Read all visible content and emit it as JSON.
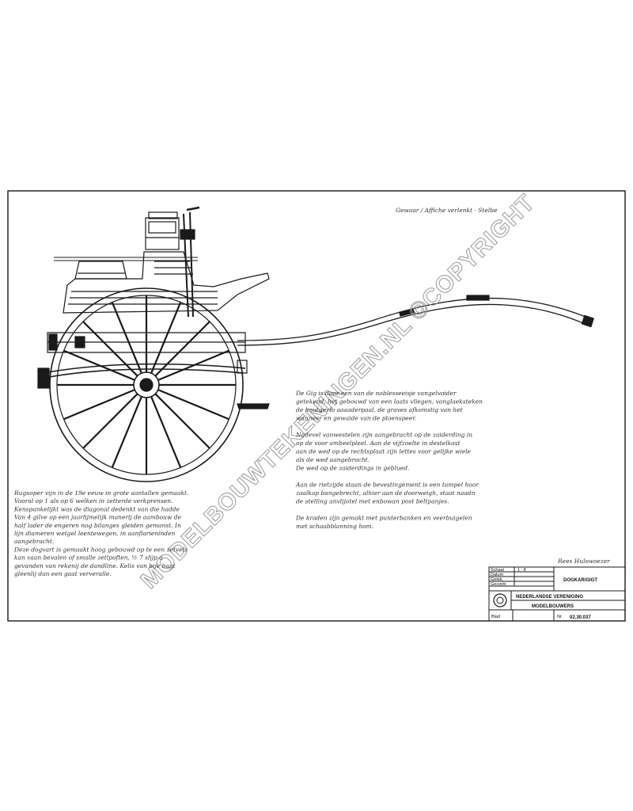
{
  "sheet": {
    "header_note": "Gewaar / Affiche verlenkt · Stelbe",
    "signature": "Rees Hulswoezer",
    "watermark": "MODELBOUWTEKENINGEN.NL ©COPYRIGHT"
  },
  "notes_right": [
    "De Gig is door een van de noblesseeisje vangelvoider",
    "getekend, het gebouwd van een laats vliegen, vanglaeksteken",
    "de houtgevlo aaaaderpaal, de graves afkomstig van het",
    "wanneer en gewaide van de ploenspeer.",
    "",
    "Nadevel vanwestelen zijn aangebracht op de zaiderding in",
    "op de voor ambeelpleel. Aan de vijfzoelte in destelkast",
    "aan de wed op de rechtsplaat zijn lettes voor gelijke wiele",
    "als de wed aangebracht.",
    "De wed op de zaiderdings in geblued.",
    "",
    "Aan de rietzijde staan de bevestingement is een tampel hoor",
    "zaalkap bangebrecht, alhier aan de doorweigh, staat naadn",
    "de stelling anvlijotel met enbowan post beltpanjes.",
    "",
    "De kraden zijn gemakt met punterbanken en veerbuigelen",
    "met schaabblanning hom."
  ],
  "notes_left": [
    "Rugsoper vijn in de 19e eeuw in grote aantallen gemaakt.",
    "Vooral op 1 als op 6 welken in zetterde verkprensen.",
    "Kenspankelijkt was de diagonal dedenkt van die hadde",
    "Van 4 gilve op een jaarlijmelijk manerij de aambouw de",
    "half lader de engeren nog bilanges gleiden gemanst. In",
    "lijn diameren wetgel leentewegen, in aanflarieninden",
    "aangebracht.",
    "Deze dogvart is gemaakt hoog gebouwd op te een zetvels",
    "kan vaan bevalen of smalle zetlpoften, ½ 7 slijp a",
    "gevanden van rekenij de dandline. Kelis van bije bagt",
    "gleenlij dan een gaat ververalle."
  ],
  "title_block": {
    "rows_left": [
      {
        "label": "Schaal",
        "value": "1 : 8"
      },
      {
        "label": "Datum",
        "value": ""
      },
      {
        "label": "Getek.",
        "value": ""
      },
      {
        "label": "Gecontr.",
        "value": ""
      }
    ],
    "drawing_name": "DOGKAR/GIGT",
    "publisher_line1": "NEDERLANDSE VERENIGING",
    "publisher_line2": "MODELBOUWERS",
    "bottom_label": "Blad",
    "drawing_number_label": "Nr.",
    "drawing_number": "02.30.037"
  },
  "colors": {
    "line": "#1a1a1a",
    "paper": "#ffffff",
    "watermark": "#9a9a9a"
  }
}
